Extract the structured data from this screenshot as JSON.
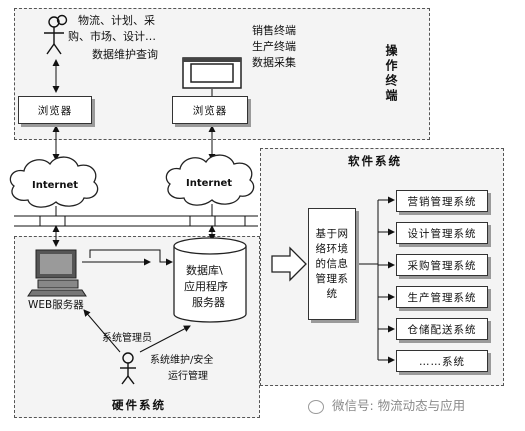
{
  "operation_terminal": {
    "title": "操作终端",
    "user_text_line1": "物流、计划、采",
    "user_text_line2": "购、市场、设计…",
    "user_text_line3": "数据维护查询",
    "terminal_text_line1": "销售终端",
    "terminal_text_line2": "生产终端",
    "terminal_text_line3": "数据采集",
    "browser1_label": "浏览器",
    "browser2_label": "浏览器"
  },
  "network": {
    "internet1_label": "Internet",
    "internet2_label": "Internet"
  },
  "hardware": {
    "title": "硬件系统",
    "web_server_label": "WEB服务器",
    "db_line1": "数据库\\",
    "db_line2": "应用程序",
    "db_line3": "服务器",
    "sysadmin_label": "系统管理员",
    "maint_line1": "系统维护/安全",
    "maint_line2": "运行管理"
  },
  "software": {
    "title": "软件系统",
    "core_line1": "基于网",
    "core_line2": "络环境",
    "core_line3": "的信息",
    "core_line4": "管理系",
    "core_line5": "统",
    "modules": [
      "营销管理系统",
      "设计管理系统",
      "采购管理系统",
      "生产管理系统",
      "仓储配送系统",
      "……系统"
    ]
  },
  "watermark": {
    "text": "微信号: 物流动态与应用"
  }
}
